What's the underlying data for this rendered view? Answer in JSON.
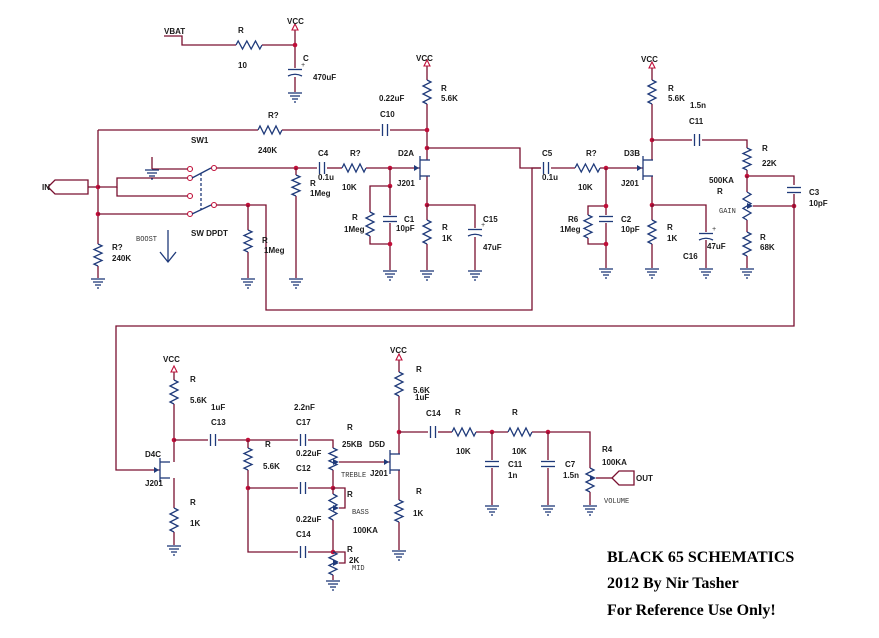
{
  "schematic": {
    "title_lines": [
      "BLACK 65 SCHEMATICS",
      "2012 By Nir Tasher",
      "For Reference Use Only!"
    ],
    "labels": {
      "vbat": "VBAT",
      "r_vbat": "R",
      "r_vbat_val": "10",
      "vcc_top": "VCC",
      "c_supply": "C",
      "c_supply_val": "470uF",
      "in": "IN",
      "sw1": "SW1",
      "sw_dpdt": "SW DPDT",
      "boost": "BOOST",
      "rq_fb": "R?",
      "rq_fb_val": "240K",
      "c10_val": "0.22uF",
      "c10": "C10",
      "r_left": "R?",
      "r_left_val": "240K",
      "r_sw": "R",
      "r_sw_val": "1Meg",
      "r_in": "R",
      "r_in_val": "1Meg",
      "c4": "C4",
      "c4_val": "0.1u",
      "rq_in": "R?",
      "rq_in_val": "10K",
      "vcc_a": "VCC",
      "r_a_top": "R",
      "r_a_top_val": "5.6K",
      "d2a": "D2A",
      "j201_a": "J201",
      "r_a_gate": "R",
      "r_a_gate_val": "1Meg",
      "c1": "C1",
      "c1_val": "10pF",
      "r_a_src": "R",
      "r_a_src_val": "1K",
      "c15": "C15",
      "c15_val": "47uF",
      "c5": "C5",
      "c5_val": "0.1u",
      "rq_b": "R?",
      "rq_b_val": "10K",
      "vcc_b": "VCC",
      "r_b_top": "R",
      "r_b_top_val": "5.6K",
      "c11_val": "1.5n",
      "c11": "C11",
      "d3b": "D3B",
      "j201_b": "J201",
      "r6": "R6",
      "r6_val": "1Meg",
      "c2": "C2",
      "c2_val": "10pF",
      "r_b_src": "R",
      "r_b_src_val": "1K",
      "c16_val": "47uF",
      "c16": "C16",
      "r_22k": "R",
      "r_22k_val": "22K",
      "gain_val": "500KA",
      "gain_r": "R",
      "gain": "GAIN",
      "r_68k": "R",
      "r_68k_val": "68K",
      "c3": "C3",
      "c3_val": "10pF",
      "vcc_c": "VCC",
      "r_c_top": "R",
      "r_c_top_val": "5.6K",
      "c13_val": "1uF",
      "c13": "C13",
      "d4c": "D4C",
      "j201_c": "J201",
      "r_c_src": "R",
      "r_c_src_val": "1K",
      "r_tone": "R",
      "r_tone_val": "5.6K",
      "c17_val": "2.2nF",
      "c17": "C17",
      "c12_val": "0.22uF",
      "c12": "C12",
      "c14b_val": "0.22uF",
      "c14b": "C14",
      "treble_r": "R",
      "treble_val": "25KB",
      "treble": "TREBLE",
      "bass_r": "R",
      "bass": "BASS",
      "bass_val": "100KA",
      "mid_r": "R",
      "mid_val": "2K",
      "mid": "MID",
      "vcc_d": "VCC",
      "r_d_top": "R",
      "r_d_top_val": "5.6K",
      "d5d": "D5D",
      "j201_d": "J201",
      "r_d_src": "R",
      "r_d_src_val": "1K",
      "c14_val": "1uF",
      "c14": "C14",
      "r_o1": "R",
      "r_o1_val": "10K",
      "r_o2": "R",
      "r_o2_val": "10K",
      "c11b": "C11",
      "c11b_val": "1n",
      "c7": "C7",
      "c7_val": "1.5n",
      "r4": "R4",
      "r4_val": "100KA",
      "volume": "VOLUME",
      "out": "OUT"
    }
  }
}
